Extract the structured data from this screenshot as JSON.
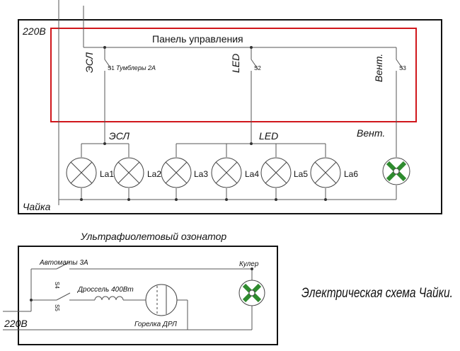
{
  "top": {
    "voltage": "220В",
    "panel_title": "Панель управления",
    "chaika_label": "Чайка",
    "switches": [
      {
        "label": "ЭСЛ",
        "id": "S1",
        "note": "Тумблеры 2А"
      },
      {
        "label": "LED",
        "id": "S2"
      },
      {
        "label": "Вент.",
        "id": "S3"
      }
    ],
    "groups": {
      "esl": "ЭСЛ",
      "led": "LED",
      "vent": "Вент."
    },
    "lamps": [
      "La1",
      "La2",
      "La3",
      "La4",
      "La5",
      "La6"
    ]
  },
  "bottom": {
    "title": "Ультрафиолетовый озонатор",
    "breakers": "Автоматы 3А",
    "s4": "S4",
    "s5": "S5",
    "choke": "Дроссель 400Вт",
    "burner": "Горелка ДРЛ",
    "cooler": "Кулер",
    "voltage": "220В"
  },
  "caption": "Электрическая схема Чайки.",
  "colors": {
    "panel_outline": "#d0161b",
    "fan_blades": "#2e8b2e"
  }
}
